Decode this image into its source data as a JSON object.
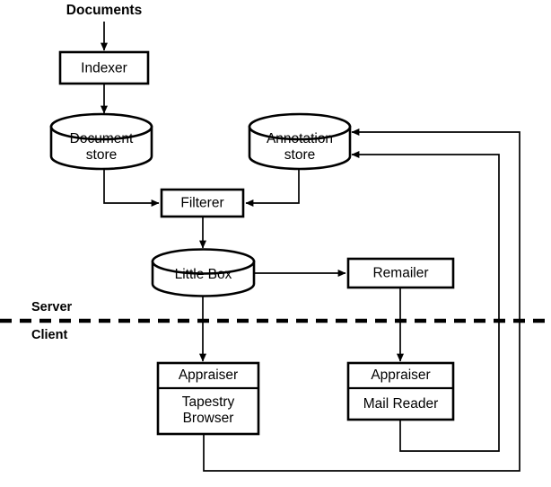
{
  "diagram": {
    "title": "Tapestry system architecture",
    "colors": {
      "stroke": "#000000",
      "fill": "#ffffff"
    },
    "zones": [
      {
        "id": "server",
        "label": "Server"
      },
      {
        "id": "client",
        "label": "Client"
      }
    ],
    "inputs": [
      {
        "id": "documents",
        "label": "Documents"
      }
    ],
    "nodes": [
      {
        "id": "indexer",
        "label": "Indexer",
        "shape": "box"
      },
      {
        "id": "document-store",
        "label_line1": "Document",
        "label_line2": "store",
        "shape": "cylinder"
      },
      {
        "id": "annotation-store",
        "label_line1": "Annotation",
        "label_line2": "store",
        "shape": "cylinder"
      },
      {
        "id": "filterer",
        "label": "Filterer",
        "shape": "box"
      },
      {
        "id": "little-box",
        "label": "Little Box",
        "shape": "cylinder"
      },
      {
        "id": "remailer",
        "label": "Remailer",
        "shape": "box"
      },
      {
        "id": "appraiser-left",
        "label": "Appraiser",
        "shape": "box"
      },
      {
        "id": "tapestry-browser",
        "label_line1": "Tapestry",
        "label_line2": "Browser",
        "shape": "box"
      },
      {
        "id": "appraiser-right",
        "label": "Appraiser",
        "shape": "box"
      },
      {
        "id": "mail-reader",
        "label": "Mail Reader",
        "shape": "box"
      }
    ],
    "edges": [
      {
        "id": "documents-to-indexer",
        "from": "documents",
        "to": "indexer"
      },
      {
        "id": "indexer-to-document-store",
        "from": "indexer",
        "to": "document-store"
      },
      {
        "id": "document-store-to-filterer",
        "from": "document-store",
        "to": "filterer"
      },
      {
        "id": "annotation-store-to-filterer",
        "from": "annotation-store",
        "to": "filterer"
      },
      {
        "id": "filterer-to-little-box",
        "from": "filterer",
        "to": "little-box"
      },
      {
        "id": "little-box-to-remailer",
        "from": "little-box",
        "to": "remailer"
      },
      {
        "id": "little-box-to-appraiser-left",
        "from": "little-box",
        "to": "appraiser-left"
      },
      {
        "id": "remailer-to-appraiser-right",
        "from": "remailer",
        "to": "appraiser-right"
      },
      {
        "id": "mail-reader-to-annotation-store",
        "from": "mail-reader",
        "to": "annotation-store"
      },
      {
        "id": "tapestry-browser-to-annotation-store",
        "from": "tapestry-browser",
        "to": "annotation-store"
      }
    ]
  }
}
